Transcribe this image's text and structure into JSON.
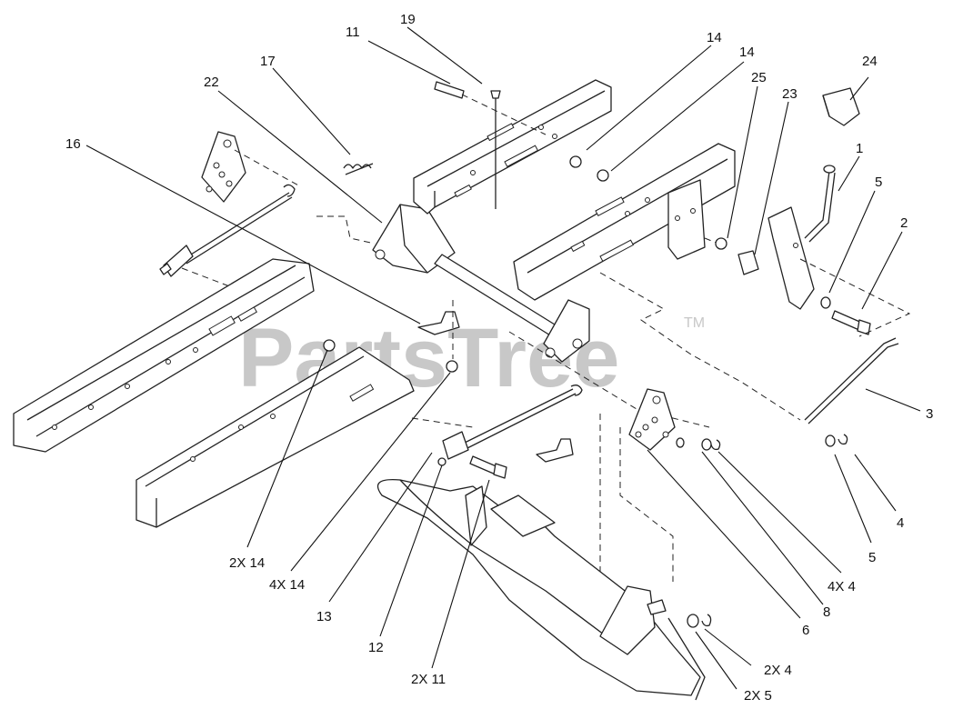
{
  "watermark": {
    "text": "PartsTree",
    "trademark": "TM"
  },
  "callouts": [
    "19",
    "11",
    "17",
    "22",
    "16",
    "14",
    "14",
    "25",
    "23",
    "24",
    "1",
    "5",
    "2",
    "3",
    "4",
    "5",
    "4X 4",
    "8",
    "6",
    "2X 4",
    "2X 5",
    "2X 14",
    "4X 14",
    "13",
    "12",
    "2X 11"
  ]
}
